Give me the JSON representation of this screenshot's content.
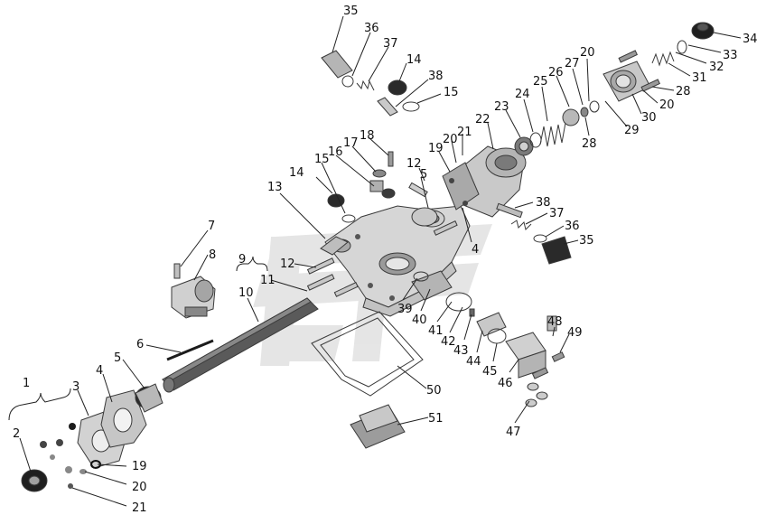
{
  "diagram": {
    "type": "exploded-parts-view",
    "colors": {
      "line": "#3a3a3a",
      "part_light": "#d4d4d4",
      "part_mid": "#b0b0b0",
      "part_dark": "#6a6a6a",
      "part_black": "#1c1c1c",
      "watermark": "#e3e3e3"
    },
    "callouts": [
      {
        "id": "c1",
        "label": "1"
      },
      {
        "id": "c2",
        "label": "2"
      },
      {
        "id": "c3",
        "label": "3"
      },
      {
        "id": "c4a",
        "label": "4"
      },
      {
        "id": "c5a",
        "label": "5"
      },
      {
        "id": "c6",
        "label": "6"
      },
      {
        "id": "c7",
        "label": "7"
      },
      {
        "id": "c8",
        "label": "8"
      },
      {
        "id": "c9",
        "label": "9"
      },
      {
        "id": "c10",
        "label": "10"
      },
      {
        "id": "c11",
        "label": "11"
      },
      {
        "id": "c12a",
        "label": "12"
      },
      {
        "id": "c12b",
        "label": "12"
      },
      {
        "id": "c13",
        "label": "13"
      },
      {
        "id": "c14a",
        "label": "14"
      },
      {
        "id": "c14b",
        "label": "14"
      },
      {
        "id": "c15a",
        "label": "15"
      },
      {
        "id": "c15b",
        "label": "15"
      },
      {
        "id": "c16",
        "label": "16"
      },
      {
        "id": "c17",
        "label": "17"
      },
      {
        "id": "c18",
        "label": "18"
      },
      {
        "id": "c19a",
        "label": "19"
      },
      {
        "id": "c19b",
        "label": "19"
      },
      {
        "id": "c20a",
        "label": "20"
      },
      {
        "id": "c20b",
        "label": "20"
      },
      {
        "id": "c20c",
        "label": "20"
      },
      {
        "id": "c20d",
        "label": "20"
      },
      {
        "id": "c21a",
        "label": "21"
      },
      {
        "id": "c21b",
        "label": "21"
      },
      {
        "id": "c22",
        "label": "22"
      },
      {
        "id": "c23",
        "label": "23"
      },
      {
        "id": "c24",
        "label": "24"
      },
      {
        "id": "c25",
        "label": "25"
      },
      {
        "id": "c26",
        "label": "26"
      },
      {
        "id": "c27",
        "label": "27"
      },
      {
        "id": "c28a",
        "label": "28"
      },
      {
        "id": "c28b",
        "label": "28"
      },
      {
        "id": "c29",
        "label": "29"
      },
      {
        "id": "c30",
        "label": "30"
      },
      {
        "id": "c31",
        "label": "31"
      },
      {
        "id": "c32",
        "label": "32"
      },
      {
        "id": "c33",
        "label": "33"
      },
      {
        "id": "c34",
        "label": "34"
      },
      {
        "id": "c35a",
        "label": "35"
      },
      {
        "id": "c35b",
        "label": "35"
      },
      {
        "id": "c36a",
        "label": "36"
      },
      {
        "id": "c36b",
        "label": "36"
      },
      {
        "id": "c37a",
        "label": "37"
      },
      {
        "id": "c37b",
        "label": "37"
      },
      {
        "id": "c38a",
        "label": "38"
      },
      {
        "id": "c38b",
        "label": "38"
      },
      {
        "id": "c4b",
        "label": "4"
      },
      {
        "id": "c5b",
        "label": "5"
      },
      {
        "id": "c39",
        "label": "39"
      },
      {
        "id": "c40",
        "label": "40"
      },
      {
        "id": "c41",
        "label": "41"
      },
      {
        "id": "c42",
        "label": "42"
      },
      {
        "id": "c43",
        "label": "43"
      },
      {
        "id": "c44",
        "label": "44"
      },
      {
        "id": "c45",
        "label": "45"
      },
      {
        "id": "c46",
        "label": "46"
      },
      {
        "id": "c47",
        "label": "47"
      },
      {
        "id": "c48",
        "label": "48"
      },
      {
        "id": "c49",
        "label": "49"
      },
      {
        "id": "c50",
        "label": "50"
      },
      {
        "id": "c51",
        "label": "51"
      }
    ]
  }
}
